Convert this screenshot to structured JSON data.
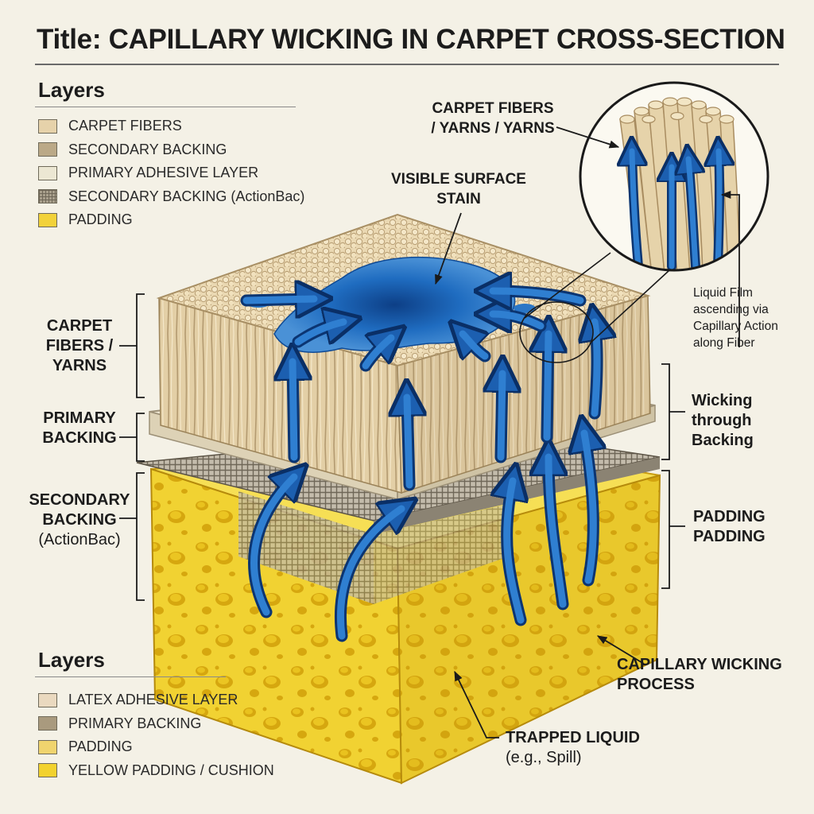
{
  "title": "Title: CAPILLARY WICKING IN CARPET CROSS-SECTION",
  "legend_top": {
    "heading": "Layers",
    "items": [
      {
        "label": "CARPET FIBERS",
        "color": "#e6d2aa"
      },
      {
        "label": "SECONDARY BACKING",
        "color": "#bba987"
      },
      {
        "label": "PRIMARY ADHESIVE LAYER",
        "color": "#ece7d3"
      },
      {
        "label": "SECONDARY BACKING (ActionBac)",
        "color": "#a89f8c",
        "pattern": "grid"
      },
      {
        "label": "PADDING",
        "color": "#f2d23a"
      }
    ]
  },
  "legend_bottom": {
    "heading": "Layers",
    "items": [
      {
        "label": "LATEX ADHESIVE LAYER",
        "color": "#ead9bf"
      },
      {
        "label": "PRIMARY BACKING",
        "color": "#a99a7e"
      },
      {
        "label": "PADDING",
        "color": "#f0d46e"
      },
      {
        "label": "YELLOW PADDING / CUSHION",
        "color": "#f2d22e"
      }
    ]
  },
  "callouts": {
    "carpet_fibers_left": "CARPET FIBERS / YARNS",
    "primary_backing": "PRIMARY BACKING",
    "secondary_backing": "SECONDARY BACKING",
    "secondary_backing_note": "(ActionBac)",
    "visible_stain": "VISIBLE SURFACE STAIN",
    "carpet_fibers_top": "CARPET FIBERS / YARNS / YARNS",
    "liquid_film": "Liquid Film ascending via Capillary Action along Fiber",
    "wicking_backing": "Wicking through Backing",
    "padding_right": "PADDING PADDING",
    "capillary_process": "CAPILLARY WICKING PROCESS",
    "trapped_liquid": "TRAPPED LIQUID",
    "trapped_liquid_note": "(e.g., Spill)"
  },
  "colors": {
    "fiber": "#e5d1a8",
    "fiber_dark": "#bfa67c",
    "backing": "#ece4cf",
    "mesh": "#7d7567",
    "foam": "#f1d232",
    "foam_dark": "#d8ae14",
    "liquid": "#1f6fc2",
    "liquid_dark": "#0e3f82"
  }
}
